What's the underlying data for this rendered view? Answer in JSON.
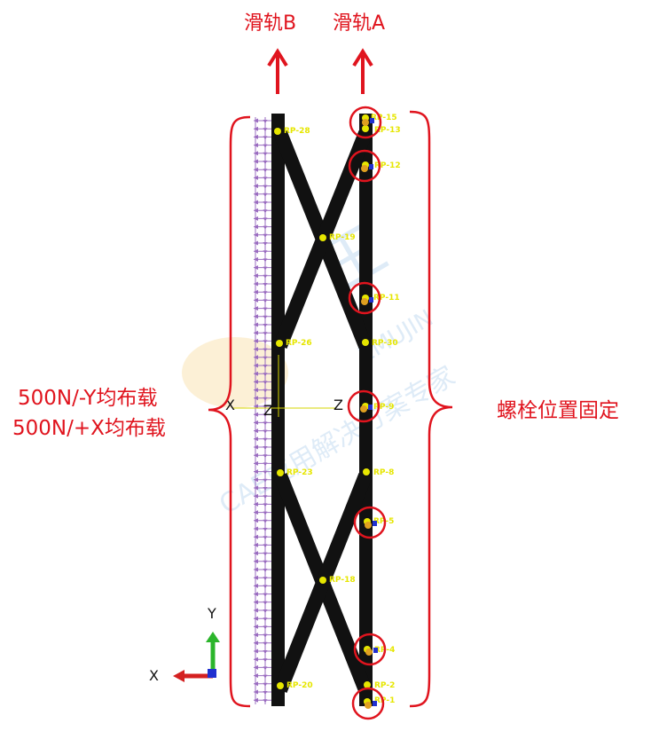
{
  "rails": {
    "rail_b": "滑轨B",
    "rail_a": "滑轨A"
  },
  "loads": {
    "line1": "500N/-Y均布载",
    "line2": "500N/+X均布载"
  },
  "bolts_label": "螺栓位置固定",
  "rp_labels": {
    "rp15": "RP-15",
    "rp13": "RP-13",
    "rp12": "RP-12",
    "rp28": "RP-28",
    "rp19": "RP-19",
    "rp11": "RP-11",
    "rp26": "RP-26",
    "rp30": "RP-30",
    "rp9": "RP-9",
    "rp23": "RP-23",
    "rp8": "RP-8",
    "rp5": "RP-5",
    "rp18": "RP-18",
    "rp4": "RP-4",
    "rp20": "RP-20",
    "rp2": "RP-2",
    "rp1": "RP-1"
  },
  "mid_axes": {
    "x": "X",
    "z1": "Z",
    "z2": "Z"
  },
  "triad": {
    "x": "X",
    "y": "Y"
  },
  "watermark": {
    "line1": "CAE应用解决方案专家",
    "line2": "EMUJIN",
    "logo": "王"
  },
  "colors": {
    "red": "#e0141e",
    "beam": "#111111",
    "load_arrow": "#9a6cc0",
    "rp_yellow": "#e6e600",
    "axis_green": "#2bb52b",
    "axis_red": "#d42020",
    "axis_blue": "#2030d0"
  }
}
